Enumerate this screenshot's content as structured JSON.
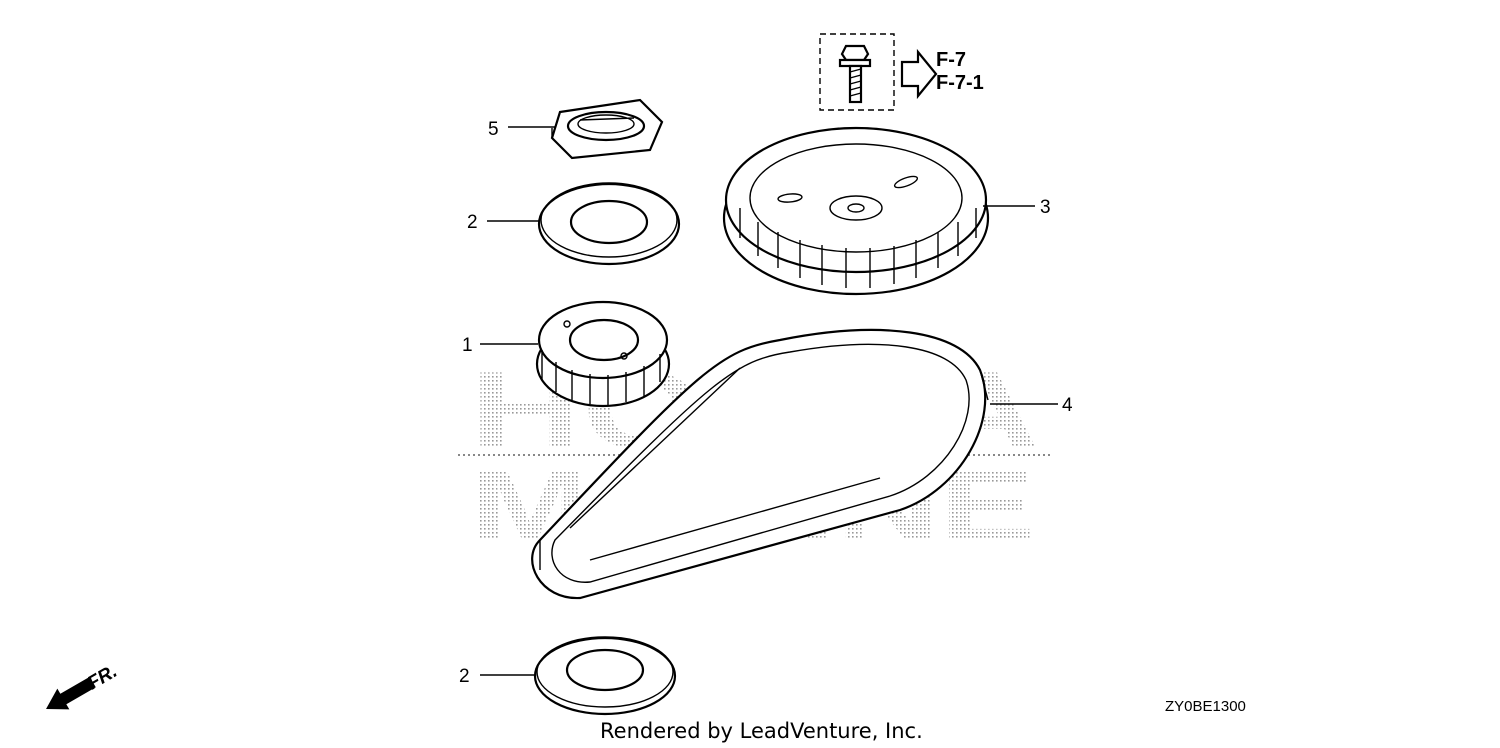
{
  "watermark": {
    "line1": "HONDA",
    "line2": "MARINE"
  },
  "callouts": [
    {
      "id": "part-1",
      "label": "1"
    },
    {
      "id": "part-2-upper",
      "label": "2"
    },
    {
      "id": "part-2-lower",
      "label": "2"
    },
    {
      "id": "part-3",
      "label": "3"
    },
    {
      "id": "part-4",
      "label": "4"
    },
    {
      "id": "part-5",
      "label": "5"
    }
  ],
  "reference": {
    "line1": "F-7",
    "line2": "F-7-1"
  },
  "orientation_label": "FR.",
  "diagram_code": "ZY0BE1300",
  "credit": "Rendered by LeadVenture, Inc."
}
